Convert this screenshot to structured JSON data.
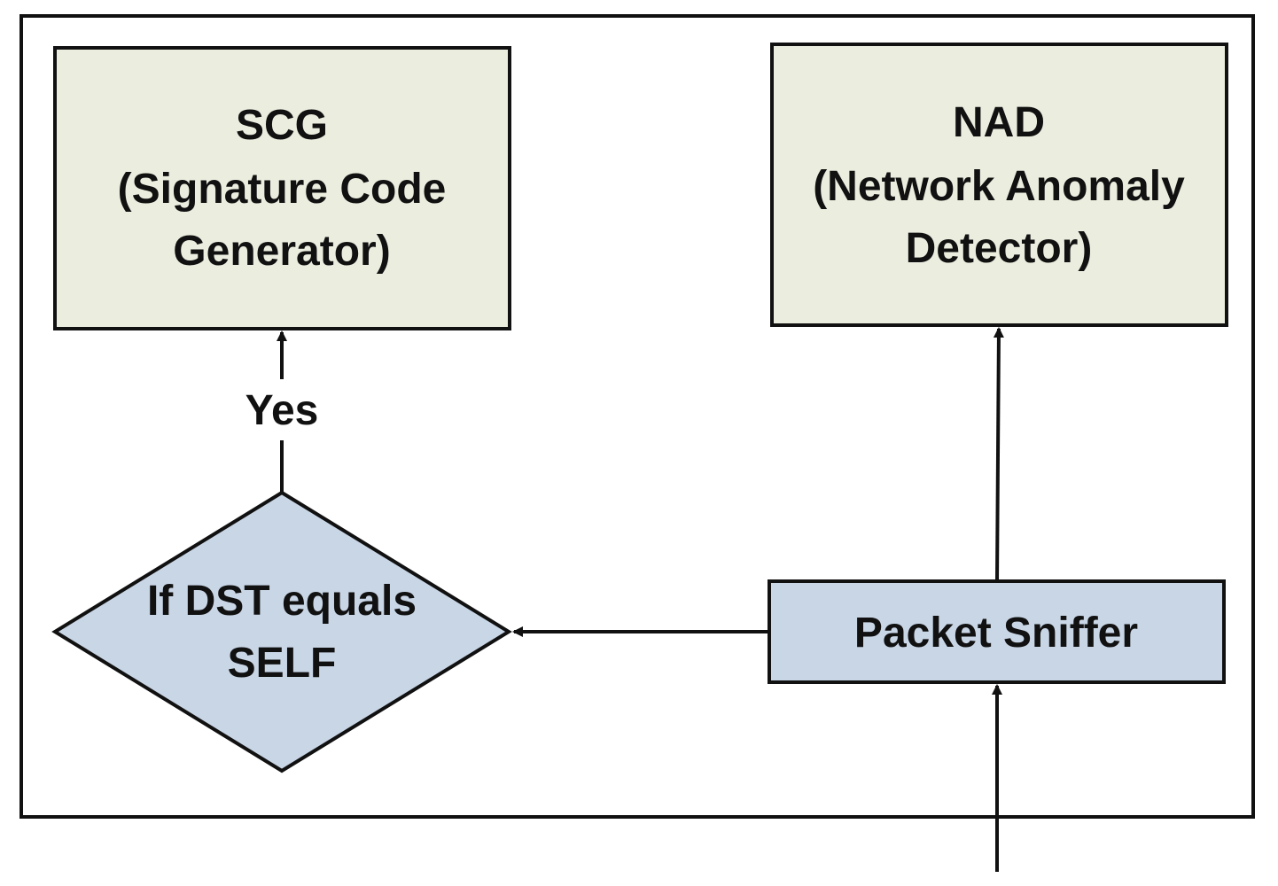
{
  "nodes": {
    "scg": {
      "line1": "SCG",
      "line2": "(Signature Code",
      "line3": "Generator)"
    },
    "nad": {
      "line1": "NAD",
      "line2": "(Network Anomaly",
      "line3": "Detector)"
    },
    "decision": {
      "line1": "If DST equals",
      "line2": "SELF"
    },
    "sniffer": {
      "label": "Packet Sniffer"
    }
  },
  "edges": {
    "yes_label": "Yes"
  },
  "colors": {
    "process_fill": "#ebeedf",
    "sniffer_fill": "#c9d6e6",
    "decision_fill": "#c9d6e6",
    "stroke": "#111111",
    "background": "#ffffff"
  }
}
